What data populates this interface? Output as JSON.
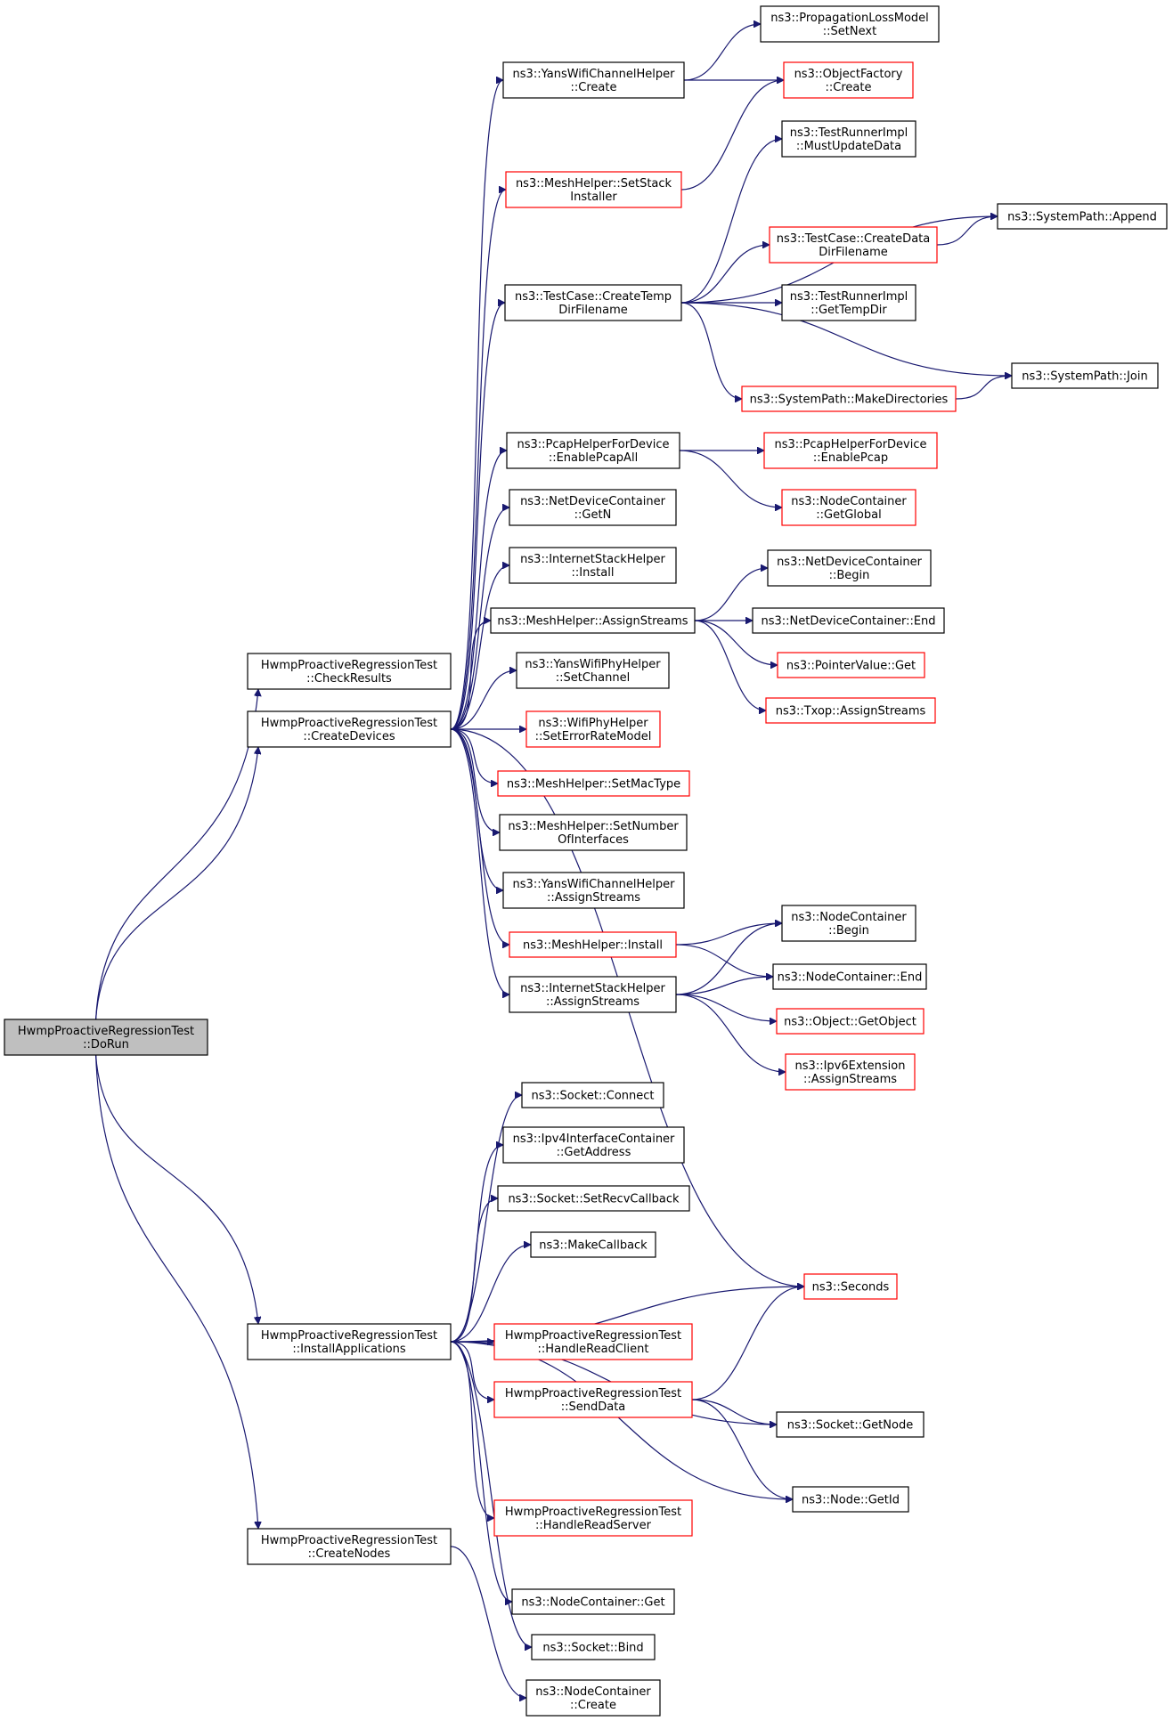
{
  "nodes": [
    {
      "id": "dorun",
      "lines": [
        "HwmpProactiveRegressionTest",
        "::DoRun"
      ],
      "style": "gray"
    },
    {
      "id": "checkresults",
      "lines": [
        "HwmpProactiveRegressionTest",
        "::CheckResults"
      ],
      "style": "black"
    },
    {
      "id": "createdevices",
      "lines": [
        "HwmpProactiveRegressionTest",
        "::CreateDevices"
      ],
      "style": "black"
    },
    {
      "id": "installapps",
      "lines": [
        "HwmpProactiveRegressionTest",
        "::InstallApplications"
      ],
      "style": "black"
    },
    {
      "id": "createnodes",
      "lines": [
        "HwmpProactiveRegressionTest",
        "::CreateNodes"
      ],
      "style": "black"
    },
    {
      "id": "yanschcreate",
      "lines": [
        "ns3::YansWifiChannelHelper",
        "::Create"
      ],
      "style": "black"
    },
    {
      "id": "setstack",
      "lines": [
        "ns3::MeshHelper::SetStack",
        "Installer"
      ],
      "style": "red"
    },
    {
      "id": "createtemp",
      "lines": [
        "ns3::TestCase::CreateTemp",
        "DirFilename"
      ],
      "style": "black"
    },
    {
      "id": "pcapall",
      "lines": [
        "ns3::PcapHelperForDevice",
        "::EnablePcapAll"
      ],
      "style": "black"
    },
    {
      "id": "ndcgetn",
      "lines": [
        "ns3::NetDeviceContainer",
        "::GetN"
      ],
      "style": "black"
    },
    {
      "id": "ishinstall",
      "lines": [
        "ns3::InternetStackHelper",
        "::Install"
      ],
      "style": "black"
    },
    {
      "id": "meshassign",
      "lines": [
        "ns3::MeshHelper::AssignStreams"
      ],
      "style": "black"
    },
    {
      "id": "setchannel",
      "lines": [
        "ns3::YansWifiPhyHelper",
        "::SetChannel"
      ],
      "style": "black"
    },
    {
      "id": "seterror",
      "lines": [
        "ns3::WifiPhyHelper",
        "::SetErrorRateModel"
      ],
      "style": "red"
    },
    {
      "id": "setmactype",
      "lines": [
        "ns3::MeshHelper::SetMacType"
      ],
      "style": "red"
    },
    {
      "id": "setnumber",
      "lines": [
        "ns3::MeshHelper::SetNumber",
        "OfInterfaces"
      ],
      "style": "black"
    },
    {
      "id": "yanschassign",
      "lines": [
        "ns3::YansWifiChannelHelper",
        "::AssignStreams"
      ],
      "style": "black"
    },
    {
      "id": "meshinstall",
      "lines": [
        "ns3::MeshHelper::Install"
      ],
      "style": "red"
    },
    {
      "id": "ishassign",
      "lines": [
        "ns3::InternetStackHelper",
        "::AssignStreams"
      ],
      "style": "black"
    },
    {
      "id": "proploss",
      "lines": [
        "ns3::PropagationLossModel",
        "::SetNext"
      ],
      "style": "black"
    },
    {
      "id": "objfactory",
      "lines": [
        "ns3::ObjectFactory",
        "::Create"
      ],
      "style": "red"
    },
    {
      "id": "mustupdate",
      "lines": [
        "ns3::TestRunnerImpl",
        "::MustUpdateData"
      ],
      "style": "black"
    },
    {
      "id": "append",
      "lines": [
        "ns3::SystemPath::Append"
      ],
      "style": "black"
    },
    {
      "id": "createdata",
      "lines": [
        "ns3::TestCase::CreateData",
        "DirFilename"
      ],
      "style": "red"
    },
    {
      "id": "gettempdir",
      "lines": [
        "ns3::TestRunnerImpl",
        "::GetTempDir"
      ],
      "style": "black"
    },
    {
      "id": "makedirs",
      "lines": [
        "ns3::SystemPath::MakeDirectories"
      ],
      "style": "red"
    },
    {
      "id": "join",
      "lines": [
        "ns3::SystemPath::Join"
      ],
      "style": "black"
    },
    {
      "id": "enablepcap",
      "lines": [
        "ns3::PcapHelperForDevice",
        "::EnablePcap"
      ],
      "style": "red"
    },
    {
      "id": "ncglobal",
      "lines": [
        "ns3::NodeContainer",
        "::GetGlobal"
      ],
      "style": "red"
    },
    {
      "id": "ndcbegin",
      "lines": [
        "ns3::NetDeviceContainer",
        "::Begin"
      ],
      "style": "black"
    },
    {
      "id": "ndcend",
      "lines": [
        "ns3::NetDeviceContainer::End"
      ],
      "style": "black"
    },
    {
      "id": "pvget",
      "lines": [
        "ns3::PointerValue::Get"
      ],
      "style": "red"
    },
    {
      "id": "txop",
      "lines": [
        "ns3::Txop::AssignStreams"
      ],
      "style": "red"
    },
    {
      "id": "ncbegin",
      "lines": [
        "ns3::NodeContainer",
        "::Begin"
      ],
      "style": "black"
    },
    {
      "id": "ncend",
      "lines": [
        "ns3::NodeContainer::End"
      ],
      "style": "black"
    },
    {
      "id": "getobject",
      "lines": [
        "ns3::Object::GetObject"
      ],
      "style": "red"
    },
    {
      "id": "ipv6ext",
      "lines": [
        "ns3::Ipv6Extension",
        "::AssignStreams"
      ],
      "style": "red"
    },
    {
      "id": "sockconnect",
      "lines": [
        "ns3::Socket::Connect"
      ],
      "style": "black"
    },
    {
      "id": "ipv4addr",
      "lines": [
        "ns3::Ipv4InterfaceContainer",
        "::GetAddress"
      ],
      "style": "black"
    },
    {
      "id": "setrecv",
      "lines": [
        "ns3::Socket::SetRecvCallback"
      ],
      "style": "black"
    },
    {
      "id": "makecb",
      "lines": [
        "ns3::MakeCallback"
      ],
      "style": "black"
    },
    {
      "id": "seconds",
      "lines": [
        "ns3::Seconds"
      ],
      "style": "red"
    },
    {
      "id": "readclient",
      "lines": [
        "HwmpProactiveRegressionTest",
        "::HandleReadClient"
      ],
      "style": "red"
    },
    {
      "id": "senddata",
      "lines": [
        "HwmpProactiveRegressionTest",
        "::SendData"
      ],
      "style": "red"
    },
    {
      "id": "sockgetnode",
      "lines": [
        "ns3::Socket::GetNode"
      ],
      "style": "black"
    },
    {
      "id": "readserver",
      "lines": [
        "HwmpProactiveRegressionTest",
        "::HandleReadServer"
      ],
      "style": "red"
    },
    {
      "id": "nodegetid",
      "lines": [
        "ns3::Node::GetId"
      ],
      "style": "black"
    },
    {
      "id": "ncget",
      "lines": [
        "ns3::NodeContainer::Get"
      ],
      "style": "black"
    },
    {
      "id": "sockbind",
      "lines": [
        "ns3::Socket::Bind"
      ],
      "style": "black"
    },
    {
      "id": "nccreate",
      "lines": [
        "ns3::NodeContainer",
        "::Create"
      ],
      "style": "black"
    }
  ],
  "edges": [
    [
      "dorun",
      "checkresults"
    ],
    [
      "dorun",
      "createdevices"
    ],
    [
      "dorun",
      "installapps"
    ],
    [
      "dorun",
      "createnodes"
    ],
    [
      "createdevices",
      "yanschcreate"
    ],
    [
      "createdevices",
      "setstack"
    ],
    [
      "createdevices",
      "createtemp"
    ],
    [
      "createdevices",
      "pcapall"
    ],
    [
      "createdevices",
      "ndcgetn"
    ],
    [
      "createdevices",
      "ishinstall"
    ],
    [
      "createdevices",
      "meshassign"
    ],
    [
      "createdevices",
      "setchannel"
    ],
    [
      "createdevices",
      "seterror"
    ],
    [
      "createdevices",
      "setmactype"
    ],
    [
      "createdevices",
      "setnumber"
    ],
    [
      "createdevices",
      "yanschassign"
    ],
    [
      "createdevices",
      "meshinstall"
    ],
    [
      "createdevices",
      "ishassign"
    ],
    [
      "createdevices",
      "seconds"
    ],
    [
      "yanschcreate",
      "proploss"
    ],
    [
      "yanschcreate",
      "objfactory"
    ],
    [
      "setstack",
      "objfactory"
    ],
    [
      "createtemp",
      "mustupdate"
    ],
    [
      "createtemp",
      "append"
    ],
    [
      "createtemp",
      "createdata"
    ],
    [
      "createtemp",
      "gettempdir"
    ],
    [
      "createtemp",
      "join"
    ],
    [
      "createtemp",
      "makedirs"
    ],
    [
      "createdata",
      "append"
    ],
    [
      "makedirs",
      "join"
    ],
    [
      "pcapall",
      "enablepcap"
    ],
    [
      "pcapall",
      "ncglobal"
    ],
    [
      "meshassign",
      "ndcbegin"
    ],
    [
      "meshassign",
      "ndcend"
    ],
    [
      "meshassign",
      "pvget"
    ],
    [
      "meshassign",
      "txop"
    ],
    [
      "meshinstall",
      "ncbegin"
    ],
    [
      "meshinstall",
      "ncend"
    ],
    [
      "ishassign",
      "ncbegin"
    ],
    [
      "ishassign",
      "ncend"
    ],
    [
      "ishassign",
      "getobject"
    ],
    [
      "ishassign",
      "ipv6ext"
    ],
    [
      "installapps",
      "sockconnect"
    ],
    [
      "installapps",
      "ipv4addr"
    ],
    [
      "installapps",
      "setrecv"
    ],
    [
      "installapps",
      "makecb"
    ],
    [
      "installapps",
      "seconds"
    ],
    [
      "installapps",
      "readclient"
    ],
    [
      "installapps",
      "senddata"
    ],
    [
      "installapps",
      "sockgetnode"
    ],
    [
      "installapps",
      "readserver"
    ],
    [
      "installapps",
      "nodegetid"
    ],
    [
      "installapps",
      "ncget"
    ],
    [
      "installapps",
      "sockbind"
    ],
    [
      "senddata",
      "seconds"
    ],
    [
      "senddata",
      "sockgetnode"
    ],
    [
      "senddata",
      "nodegetid"
    ],
    [
      "createnodes",
      "nccreate"
    ]
  ]
}
